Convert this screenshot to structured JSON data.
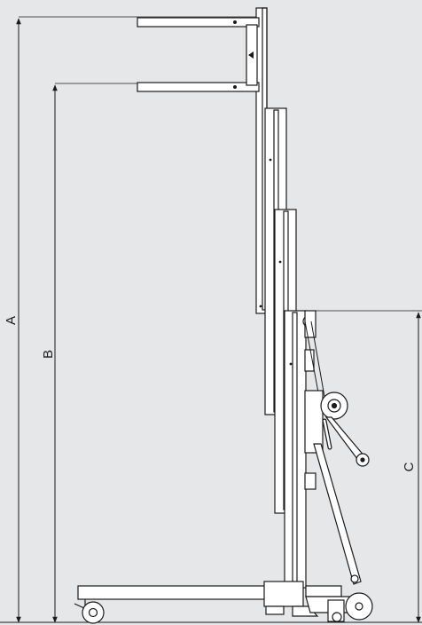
{
  "figure": {
    "background": "#e6e7e8",
    "line_color": "#1a1a1a",
    "part_fill": "#ffffff",
    "dimensions": [
      {
        "label": "A"
      },
      {
        "label": "B"
      },
      {
        "label": "C"
      }
    ]
  }
}
